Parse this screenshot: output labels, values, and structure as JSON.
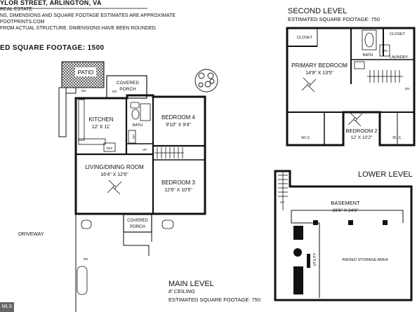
{
  "header": {
    "address": "YLOR STREET, ARLINGTON, VA",
    "line1": "REAL ESTATE",
    "line2": "NS, DIMENSIONS AND SQUARE FOOTAGE ESTIMATES ARE APPROXIMATE",
    "line3": "FOOTPRINTS.COM",
    "line4": "FROM ACTUAL STRUCTURE. DIMENSIONS HAVE BEEN ROUNDED.",
    "total_sqft": "ED SQUARE FOOTAGE: 1500"
  },
  "main_level": {
    "title": "MAIN LEVEL",
    "ceiling": "8' CEILING",
    "sqft": "ESTIMATED SQUARE FOOTAGE: 750",
    "rooms": {
      "patio": "PATIO",
      "covered_porch_top": "COVERED PORCH",
      "kitchen": "KITCHEN",
      "kitchen_dim": "12' X 11'",
      "bath": "BATH",
      "bedroom4": "BEDROOM 4",
      "bedroom4_dim": "9'10\" X 9'4\"",
      "living": "LIVING/DINING ROOM",
      "living_dim": "16'4\" X 12'6\"",
      "bedroom3": "BEDROOM 3",
      "bedroom3_dim": "12'6\" X 10'5\"",
      "covered_porch_bottom": "COVERED PORCH"
    },
    "labels": {
      "dn": "DN",
      "up": "UP",
      "ref": "REF",
      "lin": "LIN",
      "driveway": "DRIVEWAY"
    }
  },
  "second_level": {
    "title": "SECOND LEVEL",
    "sqft": "ESTIMATED SQUARE FOOTAGE: 750",
    "rooms": {
      "closet_left": "CLOSET",
      "closet_right": "CLOSET",
      "bath": "BATH",
      "wd": "W/D",
      "laundry": "LAUNDRY",
      "primary": "PRIMARY BEDROOM",
      "primary_dim": "14'9\" X 13'5\"",
      "bedroom2": "BEDROOM 2",
      "bedroom2_dim": "12' X 10'2\"",
      "wic_left": "W.I.C.",
      "wic_right": "W.I.C."
    },
    "labels": {
      "dn": "DN"
    }
  },
  "lower_level": {
    "title": "LOWER LEVEL",
    "rooms": {
      "basement": "BASEMENT",
      "basement_dim": "26'6\" X 24'6\"",
      "utility": "UTILITY",
      "storage": "RAISED STORAGE AREA"
    },
    "labels": {
      "up": "UP"
    }
  },
  "corner_badge": "MLS"
}
